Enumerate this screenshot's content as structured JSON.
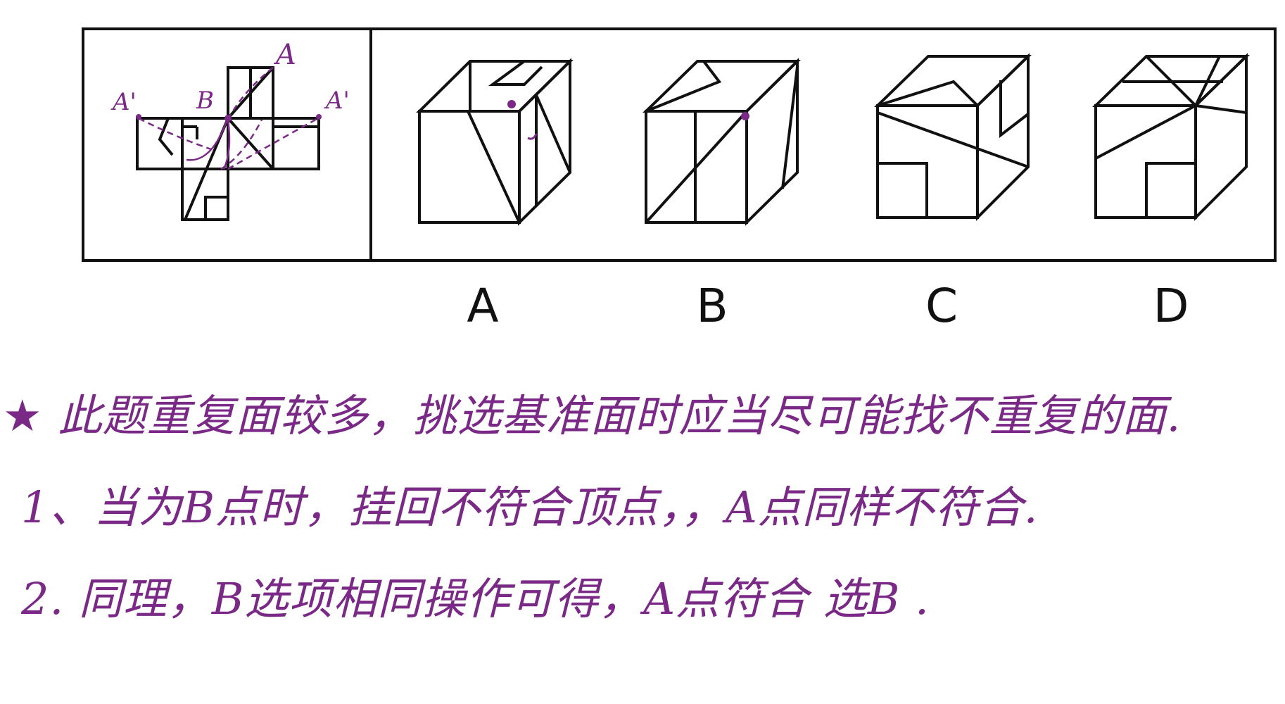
{
  "options": [
    "A",
    "B",
    "C",
    "D"
  ],
  "net_labels": {
    "a_left": "A'",
    "b": "B",
    "a_top": "A",
    "a_right": "A'"
  },
  "notes": {
    "star": "★",
    "line0": "此题重复面较多，挑选基准面时应当尽可能找不重复的面.",
    "line1": "1、当为B点时，挂回不符合顶点，，A点同样不符合.",
    "line2": "2. 同理，B选项相同操作可得，A点符合 选B ."
  },
  "colors": {
    "ink": "#111111",
    "annotation": "#7a2a86"
  }
}
